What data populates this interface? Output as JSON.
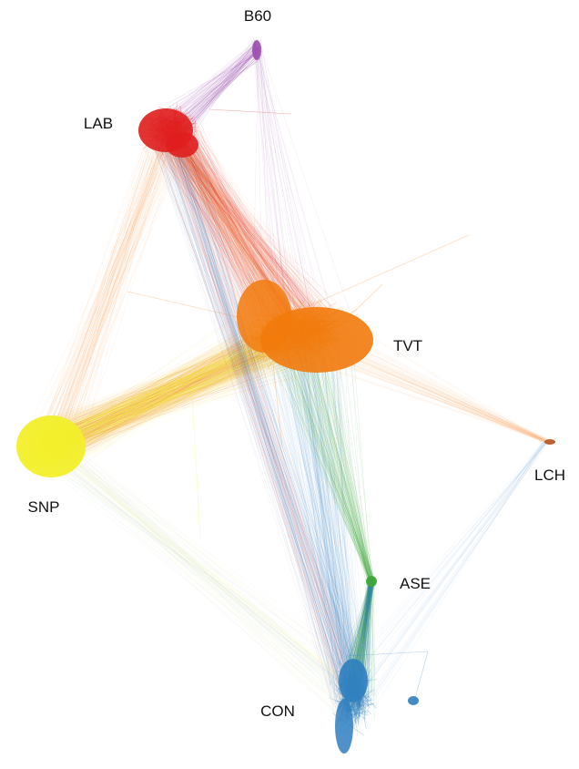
{
  "clusters": [
    {
      "id": "b60",
      "label": "B60",
      "color": "#9b4fb0"
    },
    {
      "id": "lab",
      "label": "LAB",
      "color": "#e01e1e"
    },
    {
      "id": "tvt",
      "label": "TVT",
      "color": "#f27a0c"
    },
    {
      "id": "snp",
      "label": "SNP",
      "color": "#f2ef2a"
    },
    {
      "id": "lch",
      "label": "LCH",
      "color": "#b5511c"
    },
    {
      "id": "ase",
      "label": "ASE",
      "color": "#3ea63a"
    },
    {
      "id": "con",
      "label": "CON",
      "color": "#2f7fc0"
    }
  ]
}
